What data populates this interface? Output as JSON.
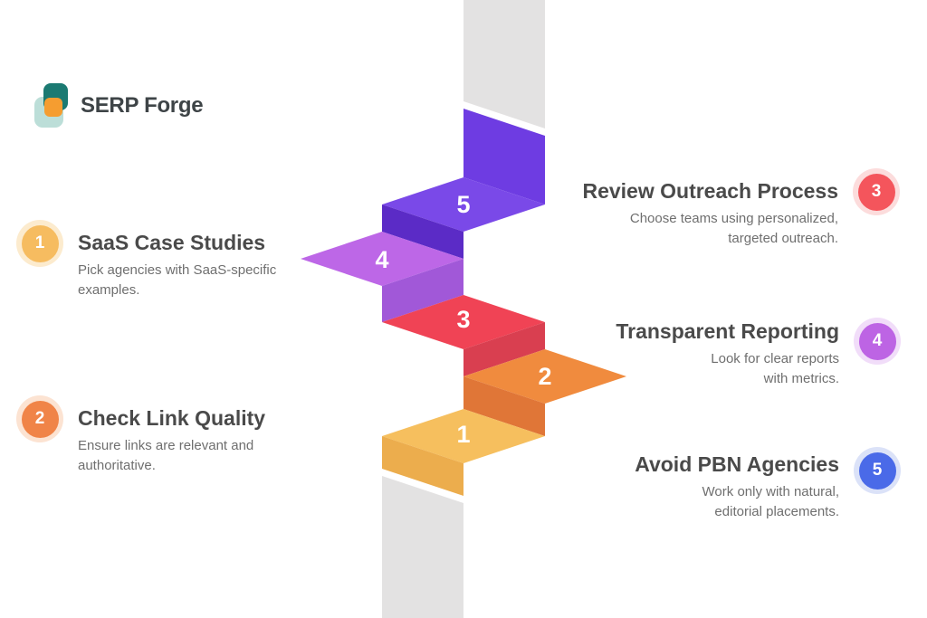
{
  "logo": {
    "text": "SERP Forge",
    "teal_color": "#1B7A72",
    "mint_color": "#BCDED8",
    "orange_color": "#F59D30",
    "text_color": "#3E4447"
  },
  "column": {
    "color": "#E3E2E2"
  },
  "steps": [
    {
      "number": "1",
      "top": "#F6BF5E",
      "side": "#ECAD4D"
    },
    {
      "number": "2",
      "top": "#F08B3E",
      "side": "#E07637"
    },
    {
      "number": "3",
      "top": "#F04355",
      "side": "#D93F50"
    },
    {
      "number": "4",
      "top": "#BD67E7",
      "side": "#A158D8"
    },
    {
      "number": "5",
      "top": "#7A49E8",
      "riser": "#6E3CE2",
      "side": "#5B2BC6"
    }
  ],
  "items": [
    {
      "number": "1",
      "title": "SaaS Case Studies",
      "description": "Pick agencies with SaaS-specific\nexamples.",
      "badge_color": "#F6BC60",
      "badge_halo": "#FCEBCE"
    },
    {
      "number": "2",
      "title": "Check Link Quality",
      "description": "Ensure links are relevant and\nauthoritative.",
      "badge_color": "#F08448",
      "badge_halo": "#FCE3D2"
    },
    {
      "number": "3",
      "title": "Review Outreach Process",
      "description": "Choose teams using personalized,\ntargeted outreach.",
      "badge_color": "#F4555C",
      "badge_halo": "#FCDCDC"
    },
    {
      "number": "4",
      "title": "Transparent Reporting",
      "description": "Look for clear reports\nwith metrics.",
      "badge_color": "#BD64E4",
      "badge_halo": "#F1DDF9"
    },
    {
      "number": "5",
      "title": "Avoid PBN Agencies",
      "description": "Work only with natural,\neditorial placements.",
      "badge_color": "#4A6AE8",
      "badge_halo": "#DBE2F8"
    }
  ]
}
